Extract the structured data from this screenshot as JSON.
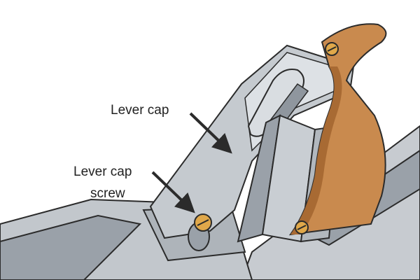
{
  "labels": {
    "lever_cap": "Lever cap",
    "lever_cap_screw_line1": "Lever cap",
    "lever_cap_screw_line2": "screw"
  },
  "colors": {
    "metal_light": "#d4d8dc",
    "metal_mid": "#b9bec4",
    "metal_dark": "#8f969e",
    "outline": "#2b2b2b",
    "handle": "#c98a4e",
    "handle_dark": "#a86a33",
    "brass": "#e0a84a"
  }
}
